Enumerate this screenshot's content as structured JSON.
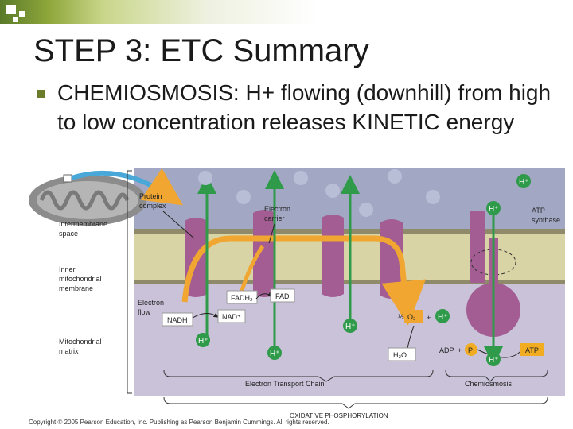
{
  "slide": {
    "title": "STEP 3: ETC Summary",
    "bullet": "CHEMIOSMOSIS: H+ flowing (downhill) from high to low concentration releases KINETIC energy",
    "copyright": "Copyright © 2005 Pearson Education, Inc. Publishing as Pearson Benjamin Cummings. All rights reserved."
  },
  "diagram": {
    "labels": {
      "protein_complex": [
        "Protein",
        "complex"
      ],
      "electron_carrier": [
        "Electron",
        "carrier"
      ],
      "intermembrane_space": [
        "Intermembrane",
        "space"
      ],
      "inner_membrane": [
        "Inner",
        "mitochondrial",
        "membrane"
      ],
      "electron_flow": [
        "Electron",
        "flow"
      ],
      "mitochondrial_matrix": [
        "Mitochondrial",
        "matrix"
      ],
      "atp_synthase": [
        "ATP",
        "synthase"
      ],
      "fadh2": "FADH₂",
      "fad": "FAD",
      "nadh": "NADH",
      "nad_plus": "NAD⁺",
      "o2_frac": "½",
      "o2": "O₂",
      "h2o": "H₂O",
      "adp": "ADP",
      "p": "P",
      "atp": "ATP",
      "h_plus": "H⁺",
      "plus": "+",
      "etc": "Electron Transport Chain",
      "chemiosmosis": "Chemiosmosis",
      "oxphos": "OXIDATIVE PHOSPHORYLATION"
    },
    "colors": {
      "intermembrane": "#a2a8c4",
      "membrane": "#d9d4a6",
      "matrix": "#c9c2d9",
      "protein": "#a35d93",
      "electron_path": "#f0a630",
      "arrow_green": "#2f9a4a",
      "atp_yellow": "#f2ac22",
      "mito_gray": "#8c8c8c",
      "zoom_blue": "#4aa8d8"
    }
  }
}
